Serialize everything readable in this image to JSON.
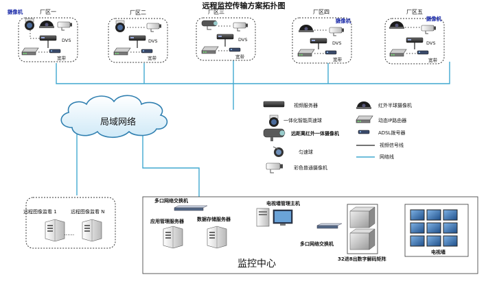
{
  "title": "远程监控传输方案拓扑图",
  "zones": [
    {
      "name": "厂区一",
      "camera_label": "摄像机",
      "dvs": "DVS",
      "broadband": "宽带"
    },
    {
      "name": "厂区二",
      "camera_label": "",
      "dvs": "DVS",
      "broadband": "宽带"
    },
    {
      "name": "厂区三",
      "camera_label": "",
      "dvs": "DVS",
      "broadband": "宽带"
    },
    {
      "name": "厂区四",
      "camera_label": "摄像机",
      "dvs": "DVS",
      "broadband": "宽带"
    },
    {
      "name": "厂区五",
      "camera_label": "摄像机",
      "dvs": "DVS",
      "broadband": "宽带"
    }
  ],
  "cloud_label": "局域网络",
  "legend": {
    "video_server": "视频服务器",
    "speed_dome": "一体化智能高速球",
    "ir_camera": "远距离红外一体摄像机",
    "uniform_dome": "匀速球",
    "color_camera": "彩色普通摄像机",
    "ir_dome": "红外半球摄像机",
    "ip_router": "动态IP路由器",
    "adsl_modem": "ADSL拨号器",
    "video_line": "视频信号线",
    "net_line": "网络线"
  },
  "remote": {
    "viewer_1": "远程图像监看 1",
    "viewer_n": "远程图像监看 N",
    "dots": "......"
  },
  "center": {
    "title": "监控中心",
    "switch_top": "多口网络交换机",
    "app_server": "应用管理服务器",
    "storage_server": "数据存储服务器",
    "tvwall_host": "电视墙管理主机",
    "switch_bottom": "多口网络交换机",
    "matrix": "32进8出数字解码矩阵",
    "tv_wall": "电视墙"
  }
}
